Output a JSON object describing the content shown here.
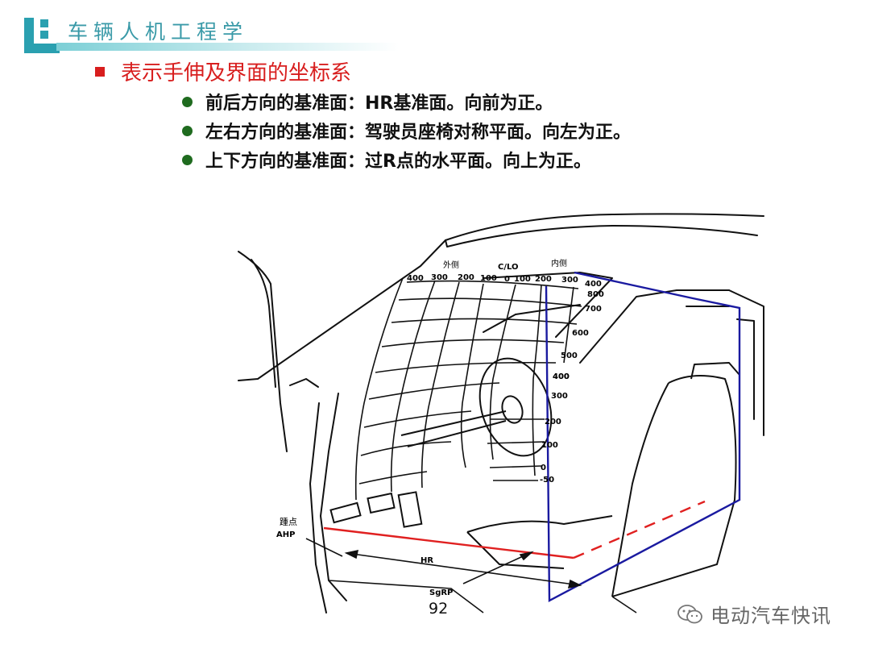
{
  "header": {
    "course_title": "车辆人机工程学"
  },
  "section": {
    "heading": "表示手伸及界面的坐标系"
  },
  "bullets": [
    {
      "prefix": "前后方向的基准面：",
      "bold": "HR",
      "suffix": "基准面。向前为正。"
    },
    {
      "prefix": "左右方向的基准面：",
      "bold": "",
      "suffix": "驾驶员座椅对称平面。向左为正。"
    },
    {
      "prefix": "上下方向的基准面：过",
      "bold": "R",
      "suffix": "点的水平面。向上为正。"
    }
  ],
  "diagram": {
    "outer_side_label": "外侧",
    "centerline_label": "C/LO",
    "inner_side_label": "内侧",
    "lateral_scale": [
      "400",
      "300",
      "200",
      "100",
      "0",
      "100",
      "200",
      "300",
      "400"
    ],
    "upper_height_scale": [
      "800",
      "700",
      "600",
      "500",
      "400"
    ],
    "lower_height_scale": [
      "400",
      "300",
      "200",
      "100",
      "0",
      "-50"
    ],
    "heel_point_label": "踵点",
    "ahp_label": "AHP",
    "hr_label": "HR",
    "sgrp_label": "SgRP",
    "colors": {
      "hr_plane": "#e02020",
      "reference_box": "#1a1aa0"
    }
  },
  "footer": {
    "page_number": "92",
    "watermark": "电动汽车快讯"
  }
}
